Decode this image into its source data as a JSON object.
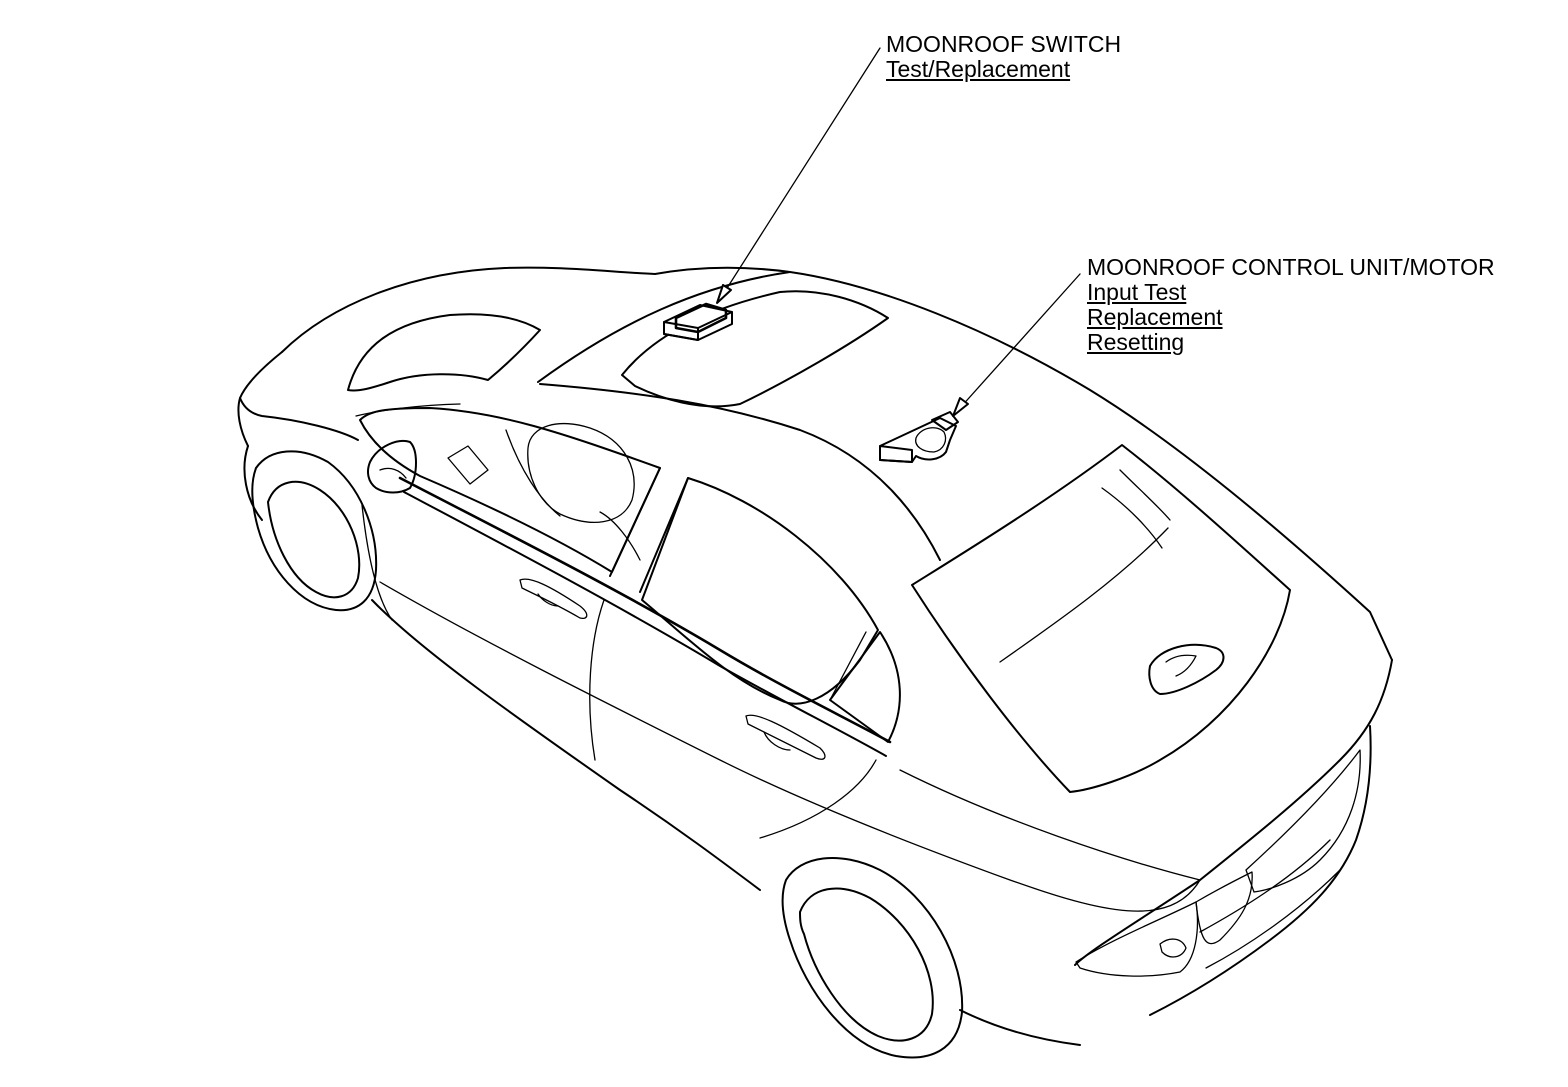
{
  "callouts": {
    "moonroof_switch": {
      "title": "MOONROOF SWITCH",
      "links": [
        "Test/Replacement"
      ]
    },
    "moonroof_control_unit": {
      "title": "MOONROOF CONTROL UNIT/MOTOR",
      "links": [
        "Input Test",
        "Replacement",
        "Resetting"
      ]
    }
  },
  "colors": {
    "line": "#000000",
    "background": "#ffffff"
  }
}
